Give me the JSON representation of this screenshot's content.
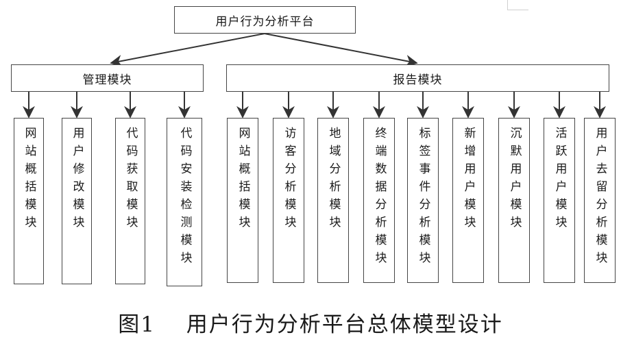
{
  "root": {
    "label": "用户行为分析平台"
  },
  "groups": [
    {
      "label": "管理模块",
      "modules": [
        "网站概括模块",
        "用户修改模块",
        "代码获取模块",
        "代码安装检测模块"
      ]
    },
    {
      "label": "报告模块",
      "modules": [
        "网站概括模块",
        "访客分析模块",
        "地域分析模块",
        "终端数据分析模块",
        "标签事件分析模块",
        "新增用户模块",
        "沉默用户模块",
        "活跃用户模块",
        "用户去留分析模块"
      ]
    }
  ],
  "caption": {
    "figure": "图1",
    "title": "用户行为分析平台总体模型设计"
  },
  "colors": {
    "line": "#333333",
    "border": "#444444",
    "text": "#1a1a1a"
  }
}
